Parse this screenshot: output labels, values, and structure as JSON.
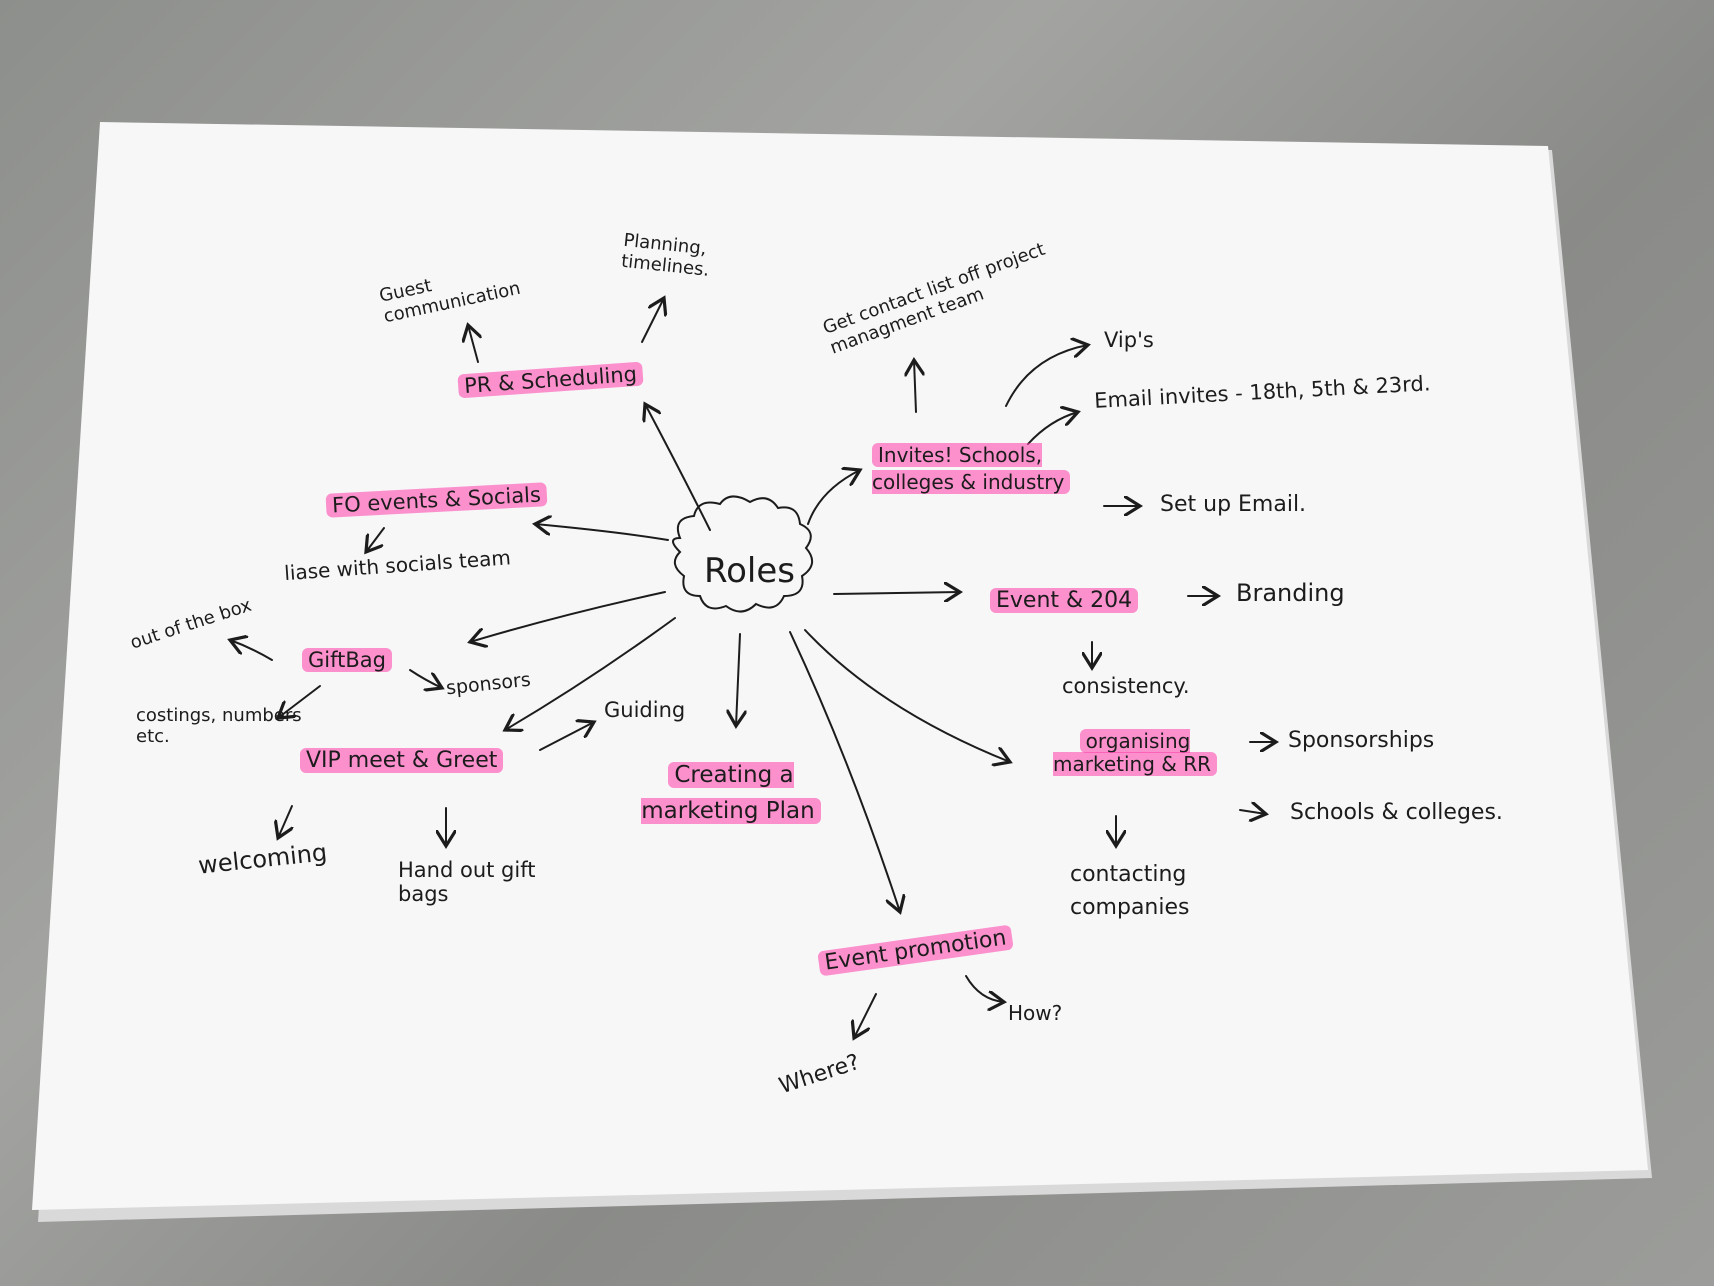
{
  "colors": {
    "highlighter": "#ff3caa",
    "ink": "#1c1c1c",
    "paper": "#f7f7f8",
    "table": "#8d8f8c"
  },
  "diagram": {
    "center": "Roles",
    "nodes": {
      "pr_scheduling": "PR & Scheduling",
      "guest_communication": "Guest communication",
      "planning_timelines": "Planning, timelines.",
      "fo_events_socials": "FO events & Socials",
      "liase_socials": "liase with socials team",
      "gift_bag": "GiftBag",
      "out_of_box": "out of the box",
      "sponsors": "sponsors",
      "costings": "costings, numbers etc.",
      "vip_meet_greet": "VIP meet & Greet",
      "guiding": "Guiding",
      "welcoming": "welcoming",
      "hand_out_gift_bags": "Hand out gift bags",
      "creating_marketing_plan": "Creating a marketing Plan",
      "invites": "Invites! Schools, colleges & industry",
      "get_contact_list": "Get contact list off project managment team",
      "vips": "Vip's",
      "email_invites": "Email invites - 18th, 5th & 23rd.",
      "set_up_email": "Set up Email.",
      "event_204": "Event & 204",
      "branding": "Branding",
      "consistency": "consistency.",
      "organising_marketing": "organising marketing & RR",
      "sponsorships": "Sponsorships",
      "schools_colleges": "Schools & colleges.",
      "contacting_companies": "contacting companies",
      "event_promotion": "Event promotion",
      "where": "Where?",
      "how": "How?"
    }
  }
}
